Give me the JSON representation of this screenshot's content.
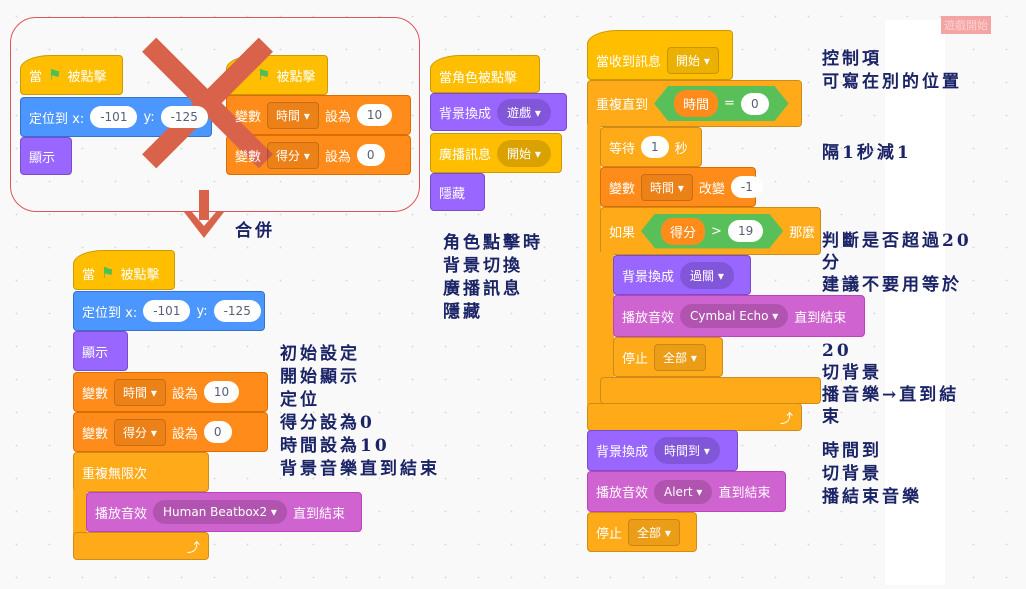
{
  "top_label": "遊戲開始",
  "crossed": {
    "hat1": {
      "when": "當",
      "clicked": "被點擊"
    },
    "goto": {
      "label": "定位到 x:",
      "x": "-101",
      "ylabel": "y:",
      "y": "-125"
    },
    "show": "顯示",
    "hat2": {
      "clicked": "被點擊"
    },
    "set_time": {
      "label": "變數",
      "var": "時間",
      "op": "設為",
      "value": "10"
    },
    "set_score": {
      "label": "變數",
      "var": "得分",
      "op": "設為",
      "value": "0"
    }
  },
  "merge_label": "合併",
  "sprite_script": {
    "hat": "當角色被點擊",
    "backdrop": {
      "label": "背景換成",
      "value": "遊戲"
    },
    "broadcast": {
      "label": "廣播訊息",
      "value": "開始"
    },
    "hide": "隱藏",
    "note": [
      "角色點擊時",
      "背景切換",
      "廣播訊息",
      "隱藏"
    ]
  },
  "merged": {
    "hat": {
      "when": "當",
      "clicked": "被點擊"
    },
    "goto": {
      "label": "定位到 x:",
      "x": "-101",
      "ylabel": "y:",
      "y": "-125"
    },
    "show": "顯示",
    "set_time": {
      "label": "變數",
      "var": "時間",
      "op": "設為",
      "value": "10"
    },
    "set_score": {
      "label": "變數",
      "var": "得分",
      "op": "設為",
      "value": "0"
    },
    "forever": "重複無限次",
    "sound": {
      "label": "播放音效",
      "value": "Human Beatbox2",
      "until": "直到結束"
    },
    "note": [
      "初始設定",
      "開始顯示",
      "定位",
      "得分設為0",
      "時間設為10",
      "背景音樂直到結束"
    ]
  },
  "control": {
    "hat": {
      "label": "當收到訊息",
      "value": "開始"
    },
    "repeat_until": {
      "label": "重複直到",
      "var": "時間",
      "op": "=",
      "value": "0"
    },
    "wait": {
      "label": "等待",
      "value": "1",
      "unit": "秒"
    },
    "change": {
      "label": "變數",
      "var": "時間",
      "op": "改變",
      "value": "-1"
    },
    "if": {
      "label": "如果",
      "var": "得分",
      "op": ">",
      "value": "19",
      "then": "那麼"
    },
    "backdrop1": {
      "label": "背景換成",
      "value": "過關"
    },
    "sound1": {
      "label": "播放音效",
      "value": "Cymbal Echo",
      "until": "直到結束"
    },
    "stop1": {
      "label": "停止",
      "value": "全部"
    },
    "backdrop2": {
      "label": "背景換成",
      "value": "時間到"
    },
    "sound2": {
      "label": "播放音效",
      "value": "Alert",
      "until": "直到結束"
    },
    "stop2": {
      "label": "停止",
      "value": "全部"
    },
    "note1": [
      "控制項",
      "可寫在別的位置"
    ],
    "note2": [
      "隔1秒減1"
    ],
    "note3": [
      "判斷是否超過20",
      "分",
      "建議不要用等於",
      "20",
      "切背景",
      "播音樂→直到結",
      "束"
    ],
    "note4": [
      "時間到",
      "切背景",
      "播結束音樂"
    ]
  }
}
